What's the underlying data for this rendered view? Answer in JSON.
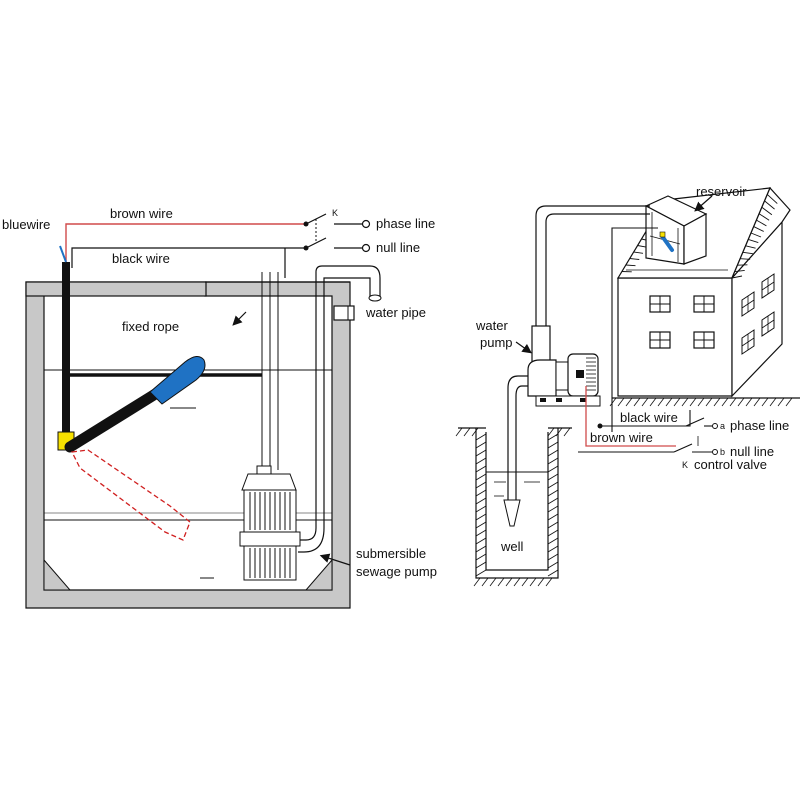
{
  "left_diagram": {
    "labels": {
      "bluewire": "bluewire",
      "brown_wire": "brown wire",
      "black_wire": "black wire",
      "switch_k": "K",
      "phase_line": "phase line",
      "null_line": "null line",
      "water_pipe": "water pipe",
      "fixed_rope": "fixed rope",
      "pump_line1": "submersible",
      "pump_line2": "sewage pump"
    }
  },
  "right_diagram": {
    "labels": {
      "reservoir": "reservoir",
      "water_pump_line1": "water",
      "water_pump_line2": "pump",
      "black_wire": "black wire",
      "brown_wire": "brown wire",
      "phase_terminal": "a",
      "phase_line": "phase line",
      "null_terminal": "b",
      "null_line": "null line",
      "valve_k": "K",
      "control_valve": "control valve",
      "well": "well"
    }
  },
  "colors": {
    "wall": "#c8c8c8",
    "float_blue": "#1f72c4",
    "float_yellow": "#f6e000",
    "brown_wire": "#d04a4a",
    "dashed_red": "#d02020",
    "line": "#111111"
  }
}
